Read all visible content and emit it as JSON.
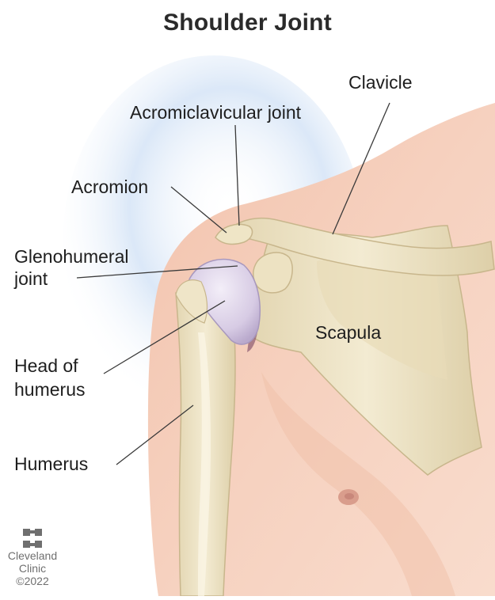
{
  "title": "Shoulder Joint",
  "labels": {
    "clavicle": "Clavicle",
    "acromioclavicular": "Acromiclavicular joint",
    "acromion": "Acromion",
    "glenohumeral_1": "Glenohumeral",
    "glenohumeral_2": "joint",
    "scapula": "Scapula",
    "head_1": "Head of",
    "head_2": "humerus",
    "humerus": "Humerus"
  },
  "brand": {
    "name_1": "Cleveland",
    "name_2": "Clinic",
    "year": "©2022"
  },
  "colors": {
    "skin": "#f4cab6",
    "bone": "#ece2c4",
    "cartilage": "#d8cfe6",
    "shadow_blue": "#b9d4f0"
  }
}
